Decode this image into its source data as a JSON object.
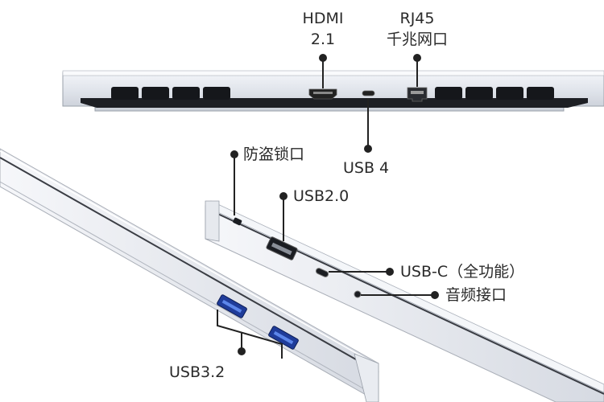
{
  "labels": {
    "hdmi_line1": "HDMI",
    "hdmi_line2": "2.1",
    "rj45_line1": "RJ45",
    "rj45_line2": "千兆网口",
    "usb4": "USB 4",
    "lock": "防盗锁口",
    "usb20": "USB2.0",
    "usbc": "USB-C（全功能）",
    "audio": "音频接口",
    "usb32": "USB3.2"
  },
  "colors": {
    "silver": "#dfe3ea",
    "silver_light": "#f2f4f8",
    "edge_dark": "#1d1f24",
    "vent": "#15171b",
    "usb_blue": "#3b5fc4",
    "leader": "#222222"
  }
}
